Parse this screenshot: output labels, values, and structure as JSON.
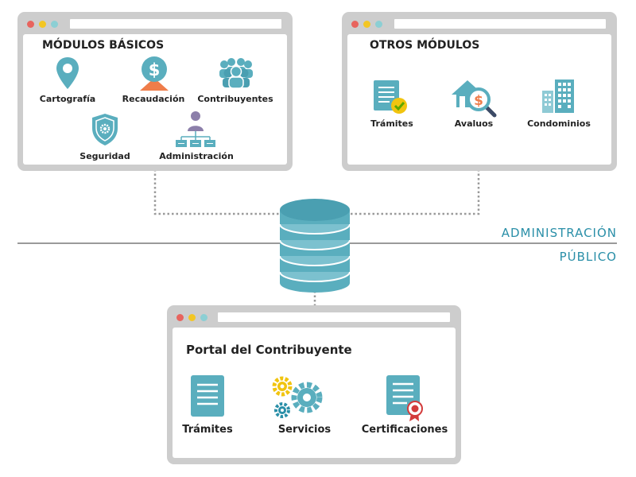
{
  "top_left_window": {
    "title": "MÓDULOS BÁSICOS",
    "modules": [
      {
        "label": "Cartografía",
        "icon": "map-pin-icon"
      },
      {
        "label": "Recaudación",
        "icon": "dollar-icon"
      },
      {
        "label": "Contribuyentes",
        "icon": "people-icon"
      },
      {
        "label": "Seguridad",
        "icon": "shield-icon"
      },
      {
        "label": "Administración",
        "icon": "org-chart-icon"
      }
    ]
  },
  "top_right_window": {
    "title": "OTROS MÓDULOS",
    "modules": [
      {
        "label": "Trámites",
        "icon": "document-check-icon"
      },
      {
        "label": "Avaluos",
        "icon": "house-search-icon"
      },
      {
        "label": "Condominios",
        "icon": "building-icon"
      }
    ]
  },
  "divider": {
    "upper_label": "ADMINISTRACIÓN",
    "lower_label": "PÚBLICO"
  },
  "bottom_window": {
    "title": "Portal del Contribuyente",
    "modules": [
      {
        "label": "Trámites",
        "icon": "document-icon"
      },
      {
        "label": "Servicios",
        "icon": "gears-icon"
      },
      {
        "label": "Certificaciones",
        "icon": "certificate-icon"
      }
    ]
  },
  "colors": {
    "teal": "#5aaebe",
    "teal_dark": "#2a8fa8",
    "window_frame": "#cdcdcd",
    "dot_red": "#e8645e",
    "dot_yellow": "#f3c623",
    "dot_teal": "#8ccfd4",
    "orange": "#ef7d4a",
    "purple": "#8c7faa",
    "yellow": "#f1c40f",
    "check_green": "#a6c81c",
    "divider_gray": "#9a9a9a",
    "connector_gray": "#9a9a9a"
  }
}
